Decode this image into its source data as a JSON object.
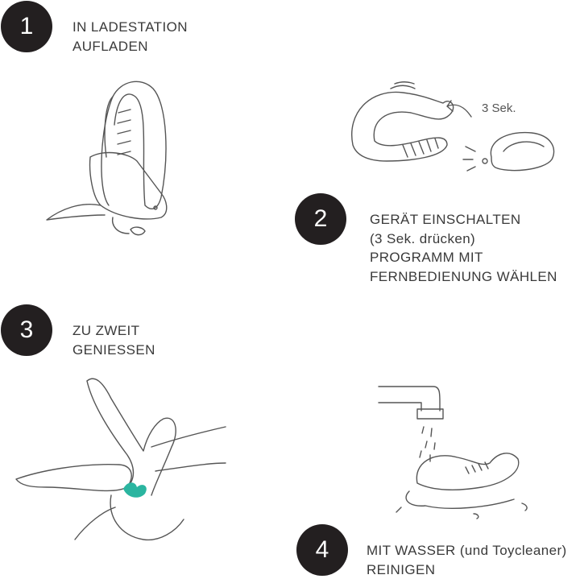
{
  "steps": [
    {
      "number": "1",
      "lines": [
        "IN LADESTATION",
        "AUFLADEN"
      ]
    },
    {
      "number": "2",
      "lines": [
        "GERÄT EINSCHALTEN",
        "(3 Sek. drücken)",
        "PROGRAMM MIT",
        "FERNBEDIENUNG WÄHLEN"
      ],
      "callout": "3 Sek."
    },
    {
      "number": "3",
      "lines": [
        "ZU ZWEIT",
        "GENIESSEN"
      ]
    },
    {
      "number": "4",
      "lines": [
        "MIT WASSER (und Toycleaner)",
        "REINIGEN"
      ]
    }
  ],
  "colors": {
    "circle": "#231f20",
    "accent": "#2bb5a0",
    "line": "#555555"
  }
}
